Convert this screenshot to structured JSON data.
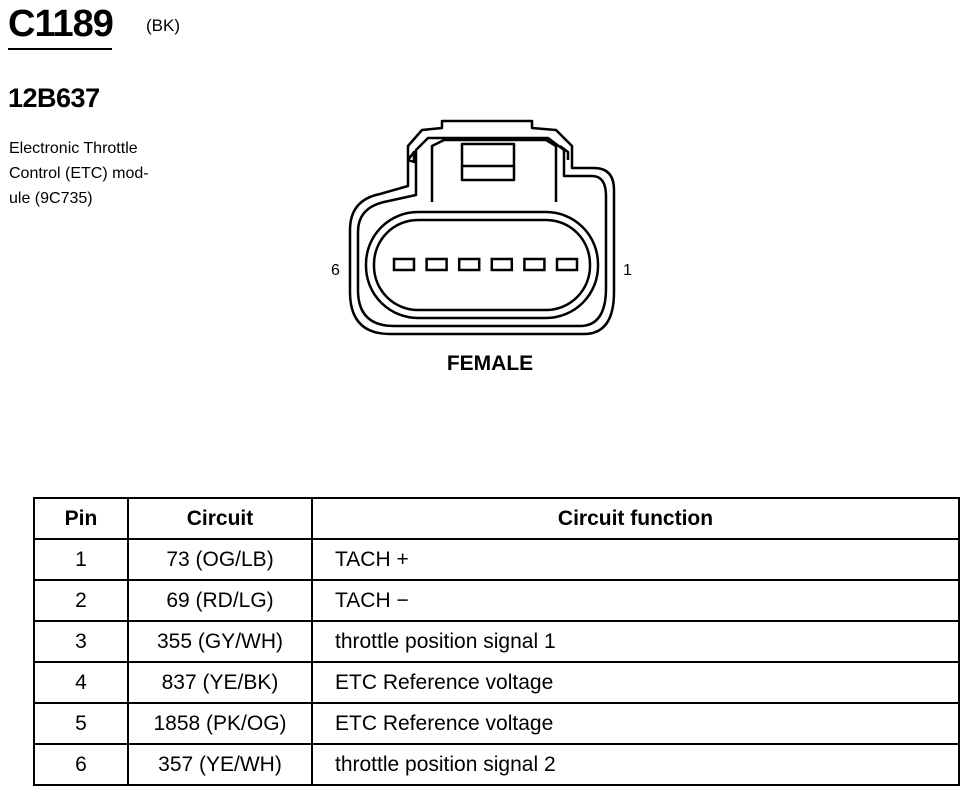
{
  "header": {
    "connector_id": "C1189",
    "color_code": "(BK)",
    "part_number": "12B637",
    "description_lines": [
      "Electronic Throttle",
      "Control (ETC) mod-",
      "ule (9C735)"
    ]
  },
  "diagram": {
    "pin_left_label": "6",
    "pin_right_label": "1",
    "gender_label": "FEMALE",
    "pin_count": 6
  },
  "table": {
    "headers": {
      "pin": "Pin",
      "circuit": "Circuit",
      "function": "Circuit function"
    },
    "rows": [
      {
        "pin": "1",
        "circuit": "73 (OG/LB)",
        "function": "TACH +"
      },
      {
        "pin": "2",
        "circuit": "69 (RD/LG)",
        "function": "TACH −"
      },
      {
        "pin": "3",
        "circuit": "355 (GY/WH)",
        "function": "throttle position signal 1"
      },
      {
        "pin": "4",
        "circuit": "837 (YE/BK)",
        "function": "ETC Reference voltage"
      },
      {
        "pin": "5",
        "circuit": "1858 (PK/OG)",
        "function": "ETC Reference voltage"
      },
      {
        "pin": "6",
        "circuit": "357 (YE/WH)",
        "function": "throttle position signal 2"
      }
    ]
  }
}
